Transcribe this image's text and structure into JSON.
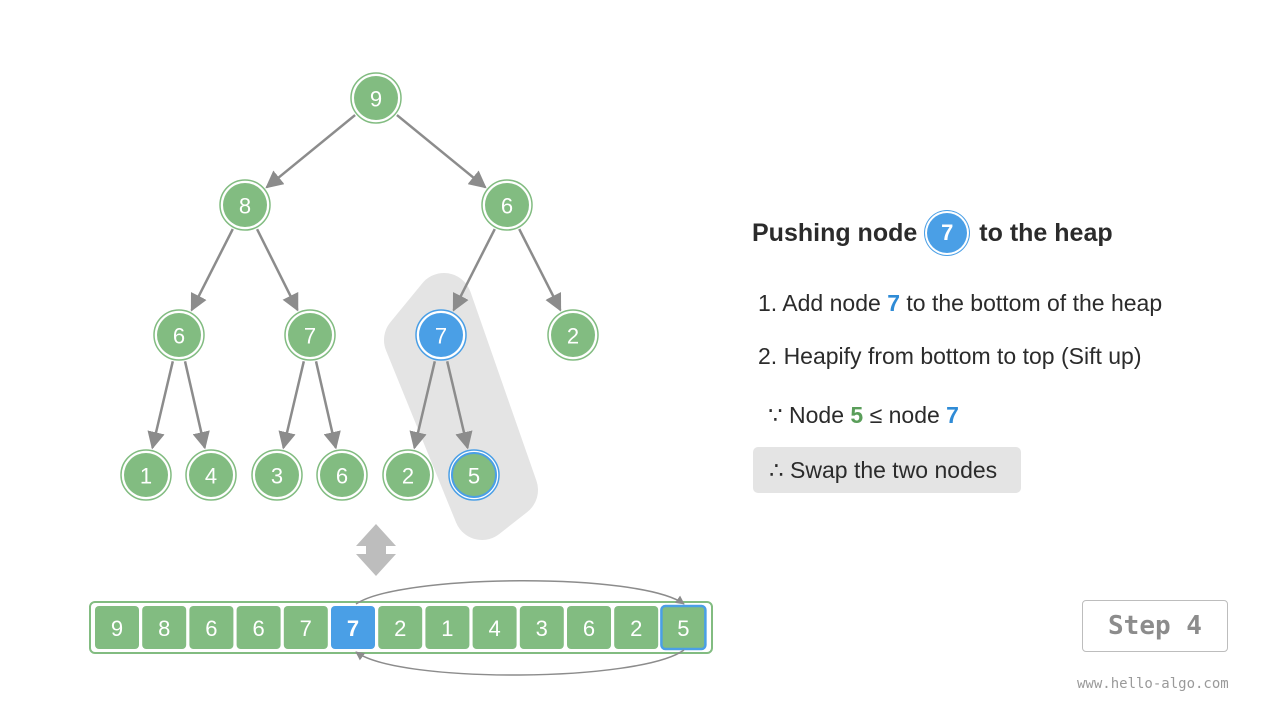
{
  "panel": {
    "title_prefix": "Pushing node",
    "title_node": "7",
    "title_suffix": "to the heap",
    "step1_prefix": "1. Add node",
    "step1_node": "7",
    "step1_suffix": "to the bottom of the heap",
    "step2": "2. Heapify from bottom to top (Sift up)",
    "because_prefix": "∵ Node",
    "because_a": "5",
    "because_mid": "≤ node",
    "because_b": "7",
    "therefore": "∴ Swap the two nodes"
  },
  "tree_nodes": [
    {
      "value": "9",
      "state": "normal"
    },
    {
      "value": "8",
      "state": "normal"
    },
    {
      "value": "6",
      "state": "normal"
    },
    {
      "value": "6",
      "state": "normal"
    },
    {
      "value": "7",
      "state": "normal"
    },
    {
      "value": "7",
      "state": "active"
    },
    {
      "value": "2",
      "state": "normal"
    },
    {
      "value": "1",
      "state": "normal"
    },
    {
      "value": "4",
      "state": "normal"
    },
    {
      "value": "3",
      "state": "normal"
    },
    {
      "value": "6",
      "state": "normal"
    },
    {
      "value": "2",
      "state": "normal"
    },
    {
      "value": "5",
      "state": "swap"
    }
  ],
  "array_cells": [
    {
      "value": "9",
      "state": "normal"
    },
    {
      "value": "8",
      "state": "normal"
    },
    {
      "value": "6",
      "state": "normal"
    },
    {
      "value": "6",
      "state": "normal"
    },
    {
      "value": "7",
      "state": "normal"
    },
    {
      "value": "7",
      "state": "active"
    },
    {
      "value": "2",
      "state": "normal"
    },
    {
      "value": "1",
      "state": "normal"
    },
    {
      "value": "4",
      "state": "normal"
    },
    {
      "value": "3",
      "state": "normal"
    },
    {
      "value": "6",
      "state": "normal"
    },
    {
      "value": "2",
      "state": "normal"
    },
    {
      "value": "5",
      "state": "swap"
    }
  ],
  "step_label": "Step 4",
  "site": "www.hello-algo.com",
  "colors": {
    "node_green": "#82bc81",
    "node_blue": "#4a9fe6",
    "edge": "#8c8c8c",
    "highlight_band": "#e4e4e4"
  }
}
